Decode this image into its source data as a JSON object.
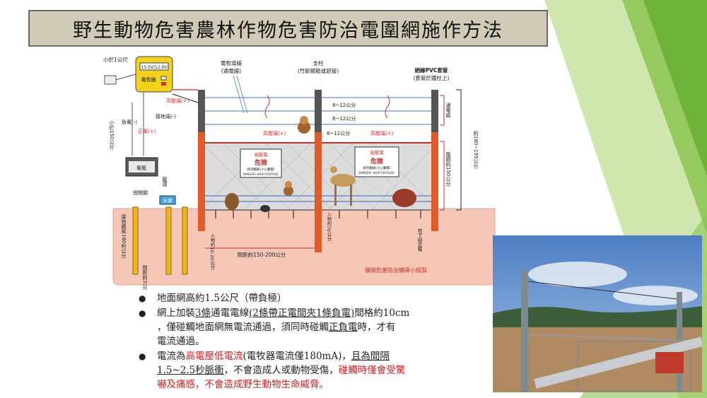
{
  "title": "野生動物危害農林作物危害防治電圍網施作方法",
  "diagram": {
    "less_than_1m_top": "小於1公尺",
    "charger_display": "15.0V/12.0V",
    "charger_label": "電牧器",
    "high_voltage_end_left": "高壓端(+)",
    "ground_end": "接地端(-)",
    "neg_label": "負電(-)",
    "pos_label": "正電(+)",
    "less_than_150": "小於150公分",
    "battery_label": "電瓶",
    "switch_label": "總開關",
    "water_label": "水源",
    "faucet_label": "龍頭",
    "wire_label_1": "電牧導線",
    "wire_label_2": "(通電線)",
    "post_label_1": "支柱",
    "post_label_2": "(竹節鋼筋或鋁管)",
    "pvc_label_1": "絕緣PVC套管",
    "pvc_label_2": "(套管於鐵柱上)",
    "high_voltage_end_mid": "高壓端(+)",
    "high_voltage_end_right": "高壓端(+)",
    "spacing_1": "8~12公分",
    "spacing_2": "8~12公分",
    "spacing_3": "8~12公分",
    "electrified_zone": "通電處",
    "height_label": "約180~195公分",
    "fence_height": "圍網約150公分",
    "sign_title": "高壓電",
    "sign_main": "危險",
    "sign_sub": "請勿觸碰(小心觸電)",
    "sign_en": "DANGER! HIGH VOLTAGE!",
    "ground_rod": "接地鋼棒180約公分",
    "spacing_3m": "間距約3公尺",
    "depth_1": "入地約10-20公分",
    "depth_2": "入地約70公分",
    "underground": "地下固定鐵",
    "interval": "間距約150-200公分",
    "credit": "獼猴危害防治輔導小組製"
  },
  "bullets": {
    "b1": "地面網高約1.5公尺（帶負極）",
    "b2_a": "網上加裝",
    "b2_b": "3條",
    "b2_c": "通電電線",
    "b2_d": "(2條帶正電間夾1條負電)",
    "b2_e": "間格約10cm",
    "b2_f": "，僅碰觸地面網無電流通過，須同時碰觸",
    "b2_g": "正負電",
    "b2_h": "時，才有",
    "b2_i": "電流通過。",
    "b3_a": "電流為",
    "b3_b": "高電壓低電流",
    "b3_c": "(電牧器電流僅180mA)，",
    "b3_d": "且為間隔",
    "b3_e": "1.5~2.5秒脈衝",
    "b3_f": "，不會造成人或動物受傷，",
    "b3_g": "碰觸時僅會受驚",
    "b3_h": "嚇及痛感，不會造成野生動物生命威脅。"
  },
  "colors": {
    "title_bg": "#cfcbb6",
    "green_light": "#a8d36e",
    "green_dark": "#6fb23a",
    "red_text": "#d21f1f"
  }
}
